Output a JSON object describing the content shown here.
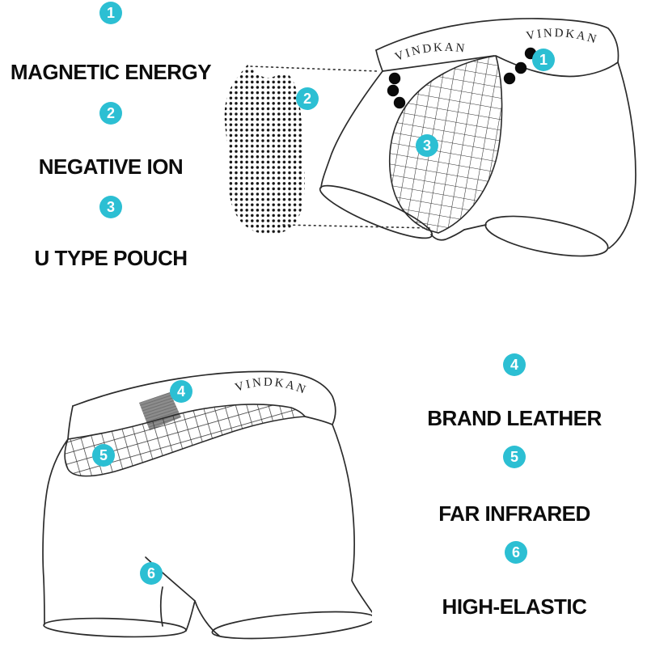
{
  "brand": "VINDKAN",
  "accent_color": "#2cbfd3",
  "line_color": "#2b2b2b",
  "features_left": [
    {
      "num": "1",
      "label": "MAGNETIC ENERGY"
    },
    {
      "num": "2",
      "label": "NEGATIVE ION"
    },
    {
      "num": "3",
      "label": "U TYPE POUCH"
    }
  ],
  "features_right": [
    {
      "num": "4",
      "label": "BRAND LEATHER"
    },
    {
      "num": "5",
      "label": "FAR INFRARED"
    },
    {
      "num": "6",
      "label": "HIGH-ELASTIC"
    }
  ],
  "diagram_top": {
    "waistband_text_left": "VINDKAN",
    "waistband_text_right": "VINDKAN",
    "callout_magnets": "1",
    "callout_negative_ion": "2",
    "callout_pouch": "3"
  },
  "diagram_bottom": {
    "waistband_text": "VINDKAN",
    "callout_leather": "4",
    "callout_mesh": "5",
    "callout_elastic": "6"
  }
}
